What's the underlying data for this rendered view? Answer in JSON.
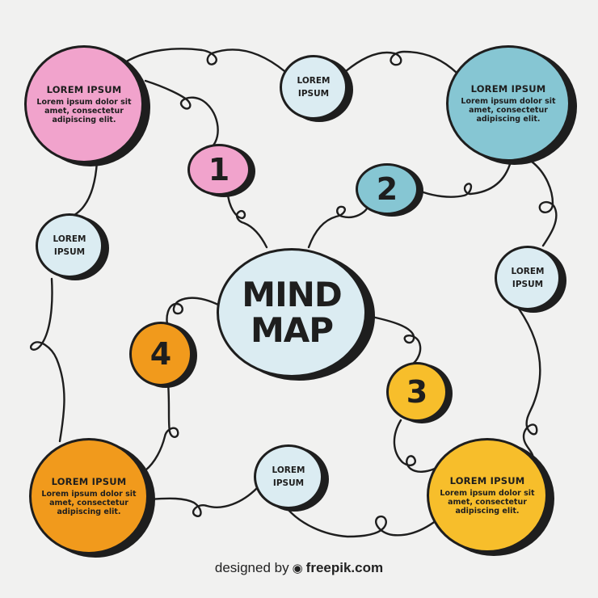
{
  "center": {
    "title": "MIND MAP",
    "color": "#dbecf2"
  },
  "numbered_nodes": [
    {
      "label": "1",
      "color": "#f1a3cc"
    },
    {
      "label": "2",
      "color": "#86c6d3"
    },
    {
      "label": "3",
      "color": "#f7be2b"
    },
    {
      "label": "4",
      "color": "#f19a1c"
    }
  ],
  "big_nodes": [
    {
      "title": "LOREM IPSUM",
      "body": "Lorem ipsum dolor sit amet, consectetur adipiscing elit.",
      "color": "#f1a3cc"
    },
    {
      "title": "LOREM IPSUM",
      "body": "Lorem ipsum dolor sit amet, consectetur adipiscing elit.",
      "color": "#86c6d3"
    },
    {
      "title": "LOREM IPSUM",
      "body": "Lorem ipsum dolor sit amet, consectetur adipiscing elit.",
      "color": "#f19a1c"
    },
    {
      "title": "LOREM IPSUM",
      "body": "Lorem ipsum dolor sit amet, consectetur adipiscing elit.",
      "color": "#f7be2b"
    }
  ],
  "small_nodes": [
    {
      "label": "LOREM IPSUM"
    },
    {
      "label": "LOREM IPSUM"
    },
    {
      "label": "LOREM IPSUM"
    },
    {
      "label": "LOREM IPSUM"
    }
  ],
  "small_node_color": "#dbecf2",
  "footer": {
    "prefix": "designed by",
    "brand": "freepik.com",
    "logo_icon": "freepik-logo-icon"
  }
}
